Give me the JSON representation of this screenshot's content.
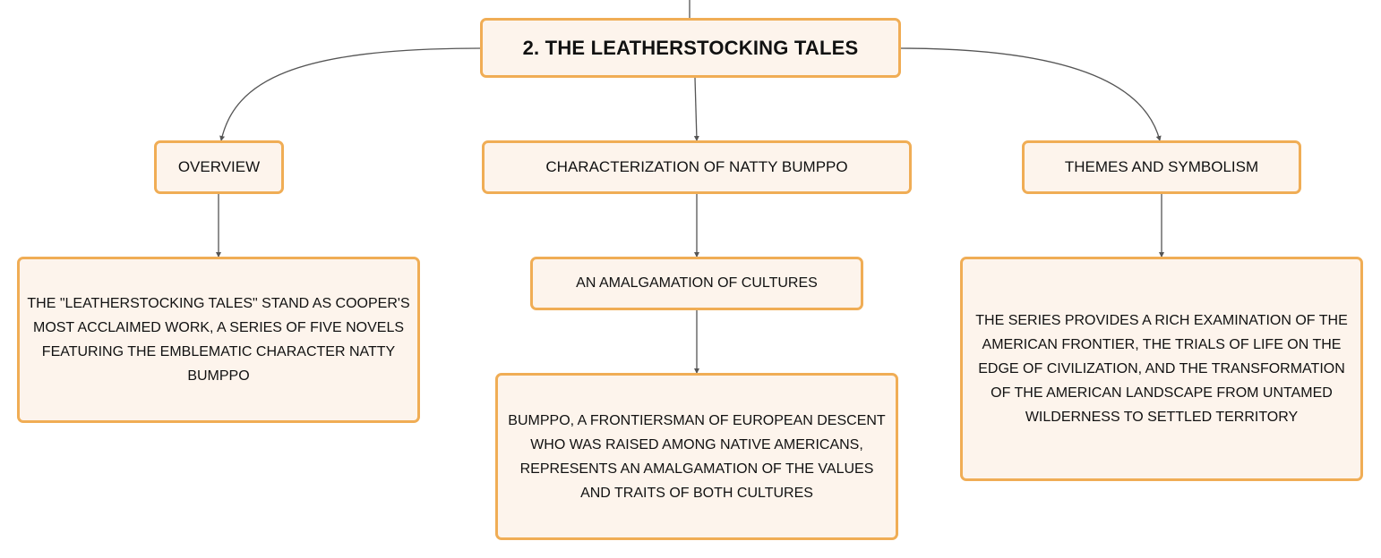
{
  "root": {
    "label": "2. THE LEATHERSTOCKING TALES"
  },
  "branches": {
    "overview": {
      "label": "OVERVIEW",
      "detail": "THE \"LEATHERSTOCKING TALES\" STAND AS COOPER'S MOST ACCLAIMED WORK, A SERIES OF FIVE NOVELS FEATURING THE EMBLEMATIC CHARACTER NATTY BUMPPO"
    },
    "characterization": {
      "label": "CHARACTERIZATION OF NATTY BUMPPO",
      "topic": "AN AMALGAMATION OF CULTURES",
      "detail": "BUMPPO, A FRONTIERSMAN OF EUROPEAN DESCENT WHO WAS RAISED AMONG NATIVE AMERICANS, REPRESENTS AN AMALGAMATION OF THE VALUES AND TRAITS OF BOTH CULTURES"
    },
    "themes": {
      "label": "THEMES AND SYMBOLISM",
      "detail": "THE SERIES PROVIDES A RICH EXAMINATION OF THE AMERICAN FRONTIER, THE TRIALS OF LIFE ON THE EDGE OF CIVILIZATION, AND THE TRANSFORMATION OF THE AMERICAN LANDSCAPE FROM UNTAMED WILDERNESS TO SETTLED TERRITORY"
    }
  },
  "colors": {
    "node_fill": "#fdf4ec",
    "node_border": "#f0ad55",
    "connector": "#555555",
    "text": "#111111"
  }
}
